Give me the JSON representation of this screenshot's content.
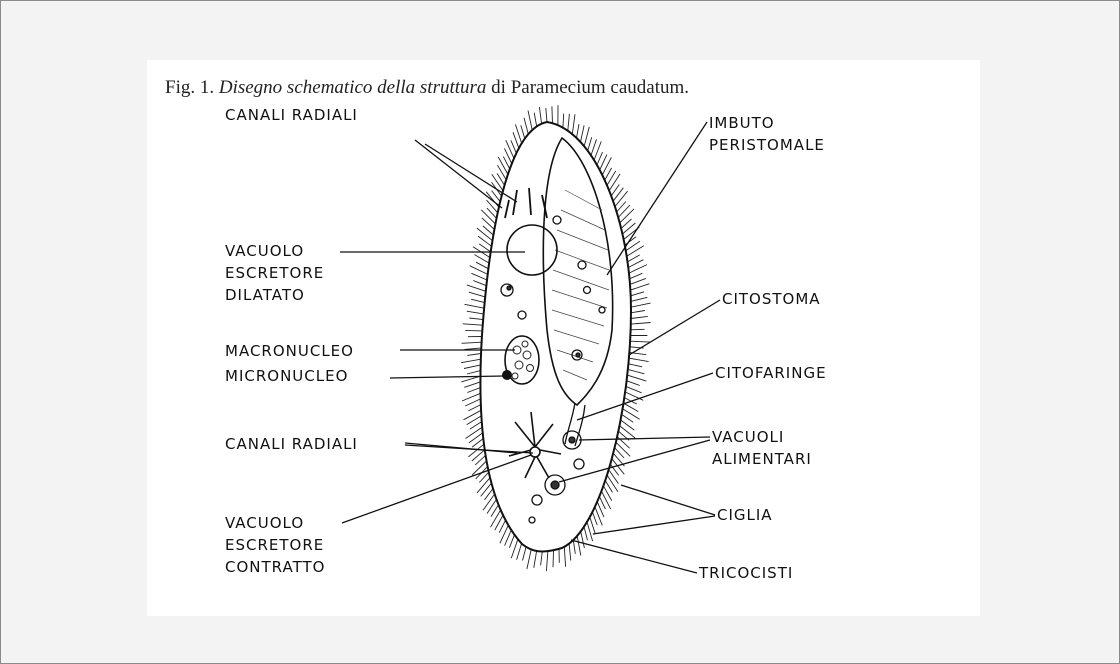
{
  "caption": {
    "prefix": "Fig. 1.",
    "italic": "Disegno schematico della struttura",
    "middle": "di",
    "species": "Paramecium caudatum."
  },
  "labels": {
    "canali_radiali_top": "CANALI RADIALI",
    "vacuolo_dilatato": [
      "VACUOLO",
      "ESCRETORE",
      "DILATATO"
    ],
    "macronucleo": "MACRONUCLEO",
    "micronucleo": "MICRONUCLEO",
    "canali_radiali_bottom": "CANALI RADIALI",
    "vacuolo_contratto": [
      "VACUOLO",
      "ESCRETORE",
      "CONTRATTO"
    ],
    "imbuto": [
      "IMBUTO",
      "PERISTOMALE"
    ],
    "citostoma": "CITOSTOMA",
    "citofaringe": "CITOFARINGE",
    "vacuoli_alimentari": [
      "VACUOLI",
      "ALIMENTARI"
    ],
    "ciglia": "CIGLIA",
    "tricocisti": "TRICOCISTI"
  }
}
